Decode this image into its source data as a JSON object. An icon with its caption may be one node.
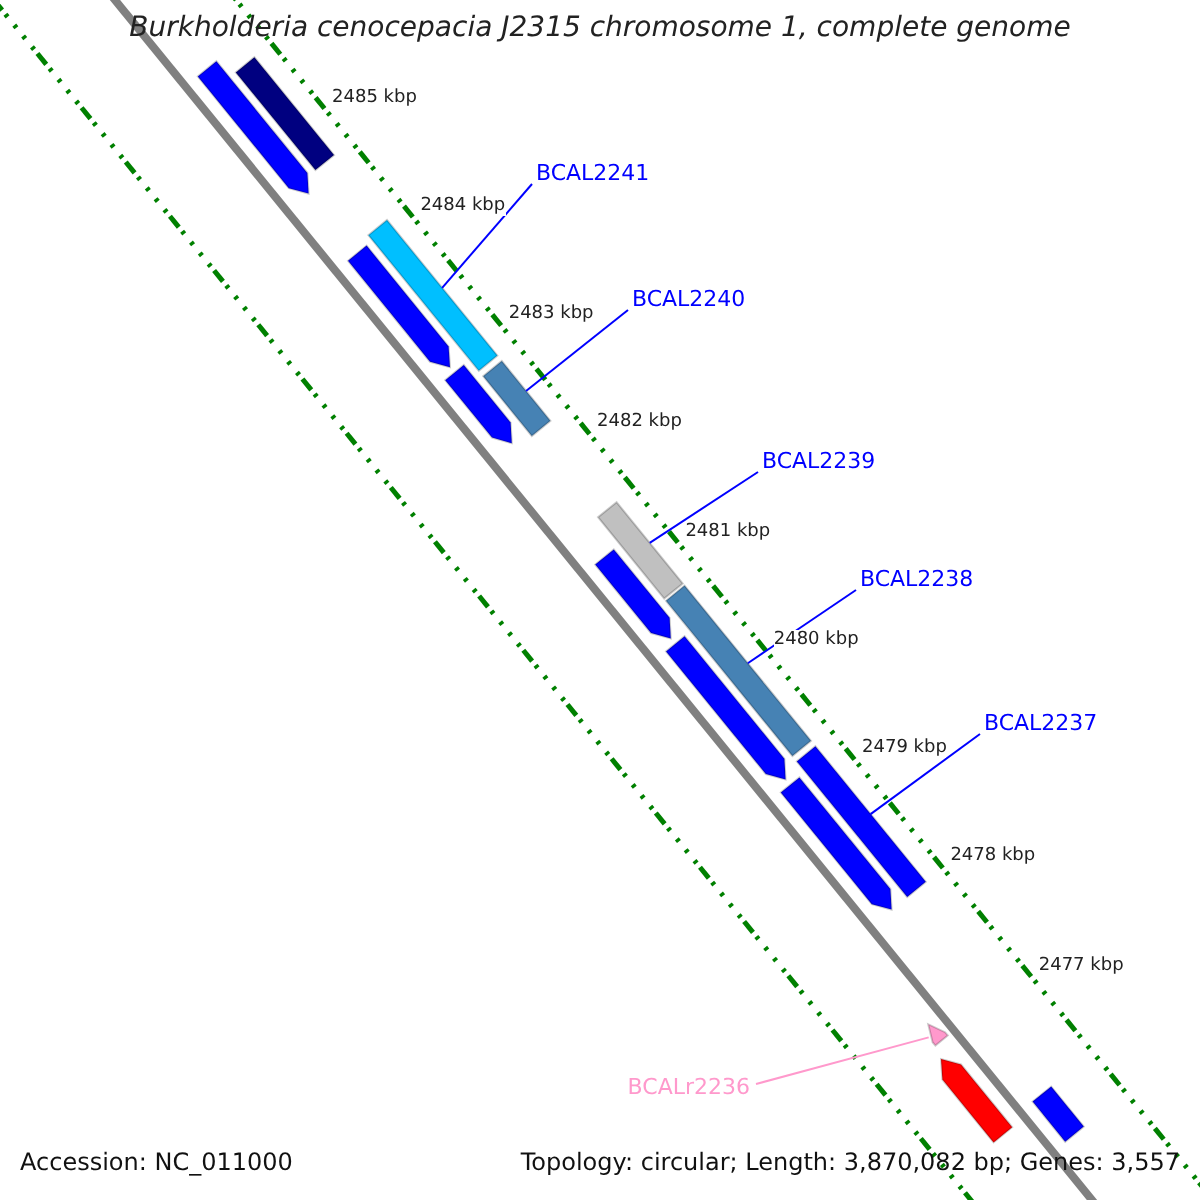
{
  "diagram": {
    "title": "Burkholderia cenocepacia J2315 chromosome 1, complete genome",
    "nodes": [
      {
        "text": [],
        "shape": "bar"
      },
      {
        "text": [],
        "shape": "bar"
      },
      {
        "text": [
          "BCAL2241"
        ]
      },
      {
        "text": [],
        "shape": "bar"
      },
      {
        "text": [],
        "shape": "bar"
      },
      {
        "text": [
          "BCAL2240"
        ]
      },
      {
        "text": [],
        "shape": "bar"
      },
      {
        "text": [],
        "shape": "bar"
      },
      {
        "text": [
          "BCAL2239"
        ]
      },
      {
        "text": [],
        "shape": "bar"
      },
      {
        "text": [],
        "shape": "bar"
      },
      {
        "text": [
          "BCAL2238"
        ]
      },
      {
        "text": [],
        "shape": "bar"
      },
      {
        "text": [],
        "shape": "bar"
      },
      {
        "text": [
          "BCAL2237"
        ]
      },
      {
        "text": [],
        "shape": "bar"
      },
      {
        "text": [],
        "shape": "bar"
      },
      {
        "text": [
          "BCALr2236"
        ]
      },
      {
        "text": [],
        "shape": "bar"
      },
      {
        "text": [],
        "shape": "bar"
      },
      {
        "text": [],
        "shape": "bar"
      }
    ],
    "edges": [
      {
        "from": 2,
        "to": 3,
        "arrow": "none"
      },
      {
        "from": 5,
        "to": 6,
        "arrow": "none"
      },
      {
        "from": 8,
        "to": 9,
        "arrow": "none"
      },
      {
        "from": 11,
        "to": 12,
        "arrow": "none"
      },
      {
        "from": 14,
        "to": 15,
        "arrow": "none"
      },
      {
        "from": 17,
        "to": 18,
        "arrow": "none",
        "color": "#ff99cc"
      }
    ],
    "labels": [
      "2485 kbp",
      "2484 kbp",
      "2483 kbp",
      "2482 kbp",
      "2481 kbp",
      "2480 kbp",
      "2479 kbp",
      "2478 kbp",
      "2477 kbp",
      "Accession: NC_011000",
      "Topology: circular; Length: 3,870,082 bp; Genes: 3,557"
    ]
  }
}
